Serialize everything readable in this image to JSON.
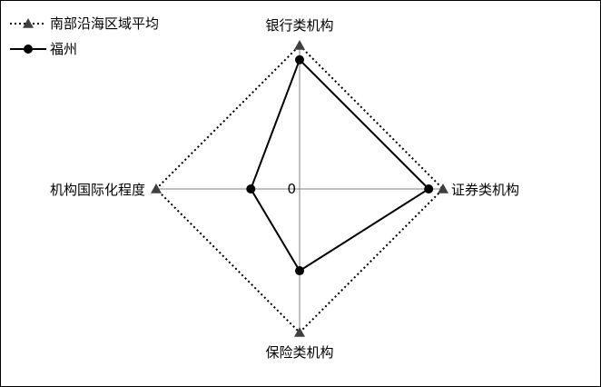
{
  "chart_data": {
    "type": "radar",
    "axes": [
      "银行类机构",
      "证券类机构",
      "保险类机构",
      "机构国际化程度"
    ],
    "center_label": "0",
    "range": [
      0,
      1
    ],
    "legend_placement": "top-left",
    "series": [
      {
        "name": "南部沿海区域平均",
        "values": [
          1.0,
          1.0,
          1.0,
          1.0
        ],
        "style": "dotted",
        "marker": "triangle",
        "color": "#000000",
        "marker_color": "#404040"
      },
      {
        "name": "福州",
        "values": [
          0.9,
          0.9,
          0.57,
          0.34
        ],
        "style": "solid",
        "marker": "circle",
        "color": "#000000",
        "marker_color": "#000000"
      }
    ],
    "grid_color": "#808080"
  }
}
